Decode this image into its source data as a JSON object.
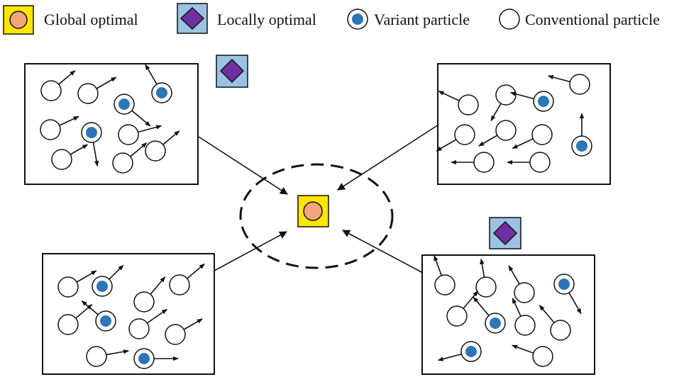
{
  "legend": {
    "global_label": "Global optimal",
    "local_label": "Locally optimal",
    "variant_label": "Variant particle",
    "conventional_label": "Conventional particle"
  },
  "colors": {
    "global_fill": "#ffe600",
    "global_circle": "#f4a57a",
    "local_fill": "#9cc2e3",
    "local_diamond": "#7030a0",
    "variant_dot": "#2e75b6",
    "stroke": "#111111"
  }
}
